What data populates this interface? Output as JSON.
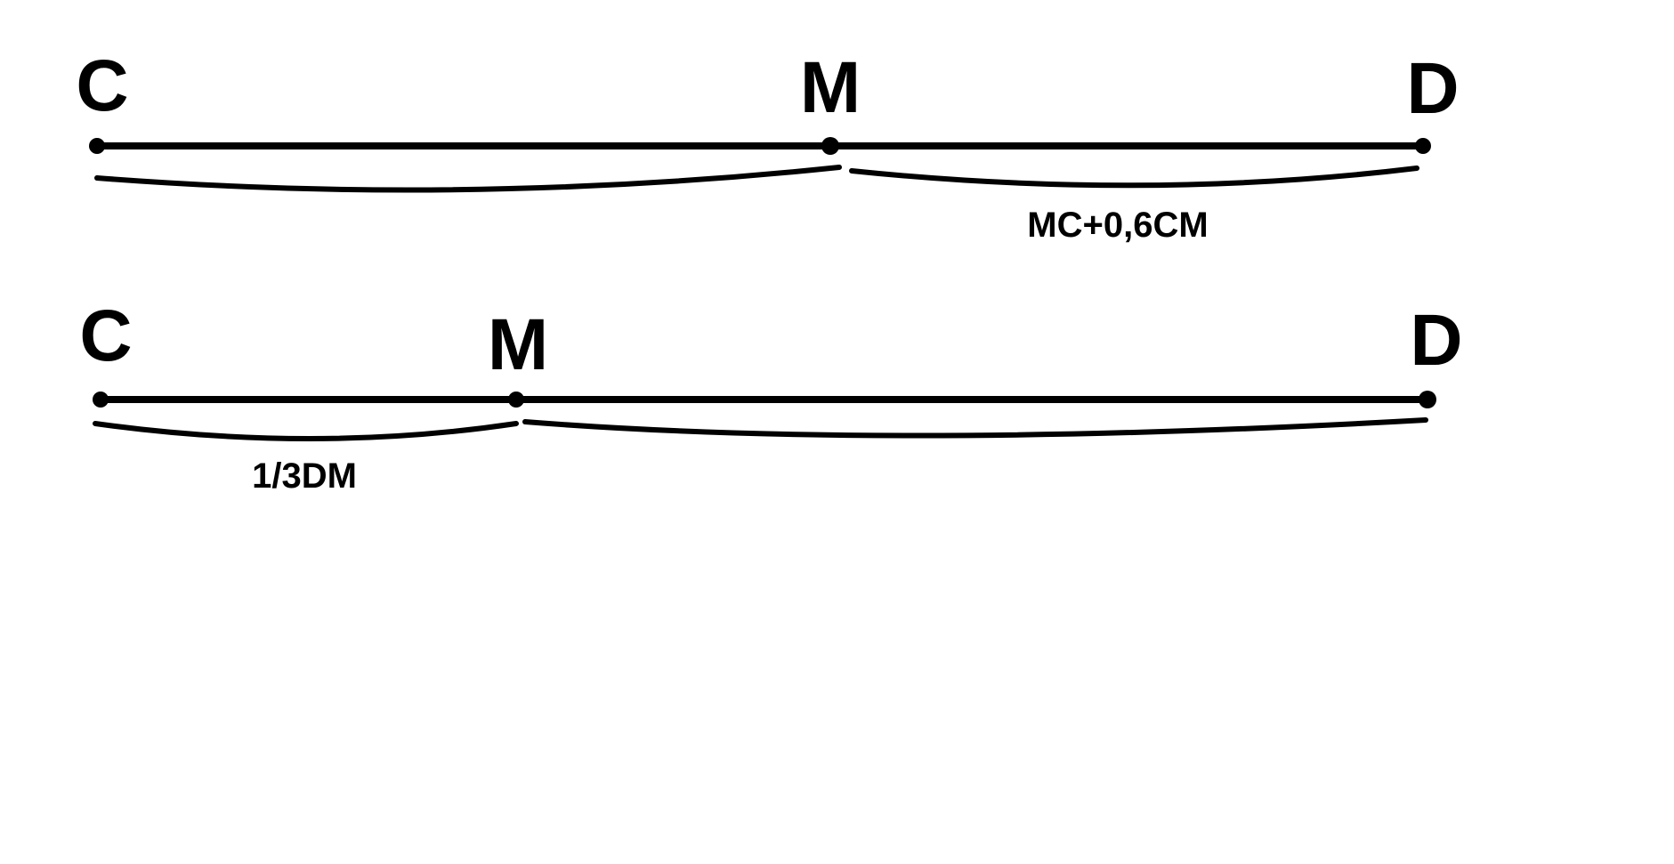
{
  "diagrams": [
    {
      "points": {
        "left": "C",
        "middle": "M",
        "right": "D"
      },
      "right_brace_label": "MC+0,6CM"
    },
    {
      "points": {
        "left": "C",
        "middle": "M",
        "right": "D"
      },
      "left_brace_label": "1/3DM"
    }
  ]
}
